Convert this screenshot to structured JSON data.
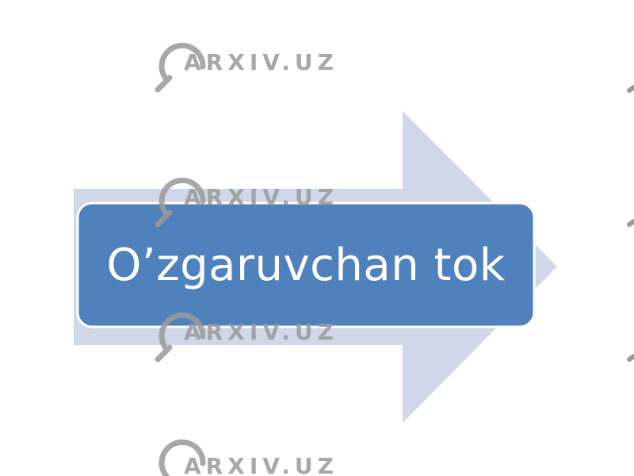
{
  "diagram": {
    "label": "O’zgaruvchan tok",
    "colors": {
      "arrow": "#D0D7E8",
      "box_fill": "#4F81BD",
      "box_stroke": "#FFFFFF",
      "label": "#FFFFFF",
      "watermark": "#9A9A9A"
    }
  },
  "watermarks": [
    {
      "text": "ARXIV.UZ",
      "icon": "magnifier-icon"
    },
    {
      "text": "ARXIV.UZ",
      "icon": "magnifier-icon"
    },
    {
      "text": "ARXIV.UZ",
      "icon": "magnifier-icon"
    },
    {
      "text": "ARXIV.UZ",
      "icon": "magnifier-icon"
    }
  ]
}
